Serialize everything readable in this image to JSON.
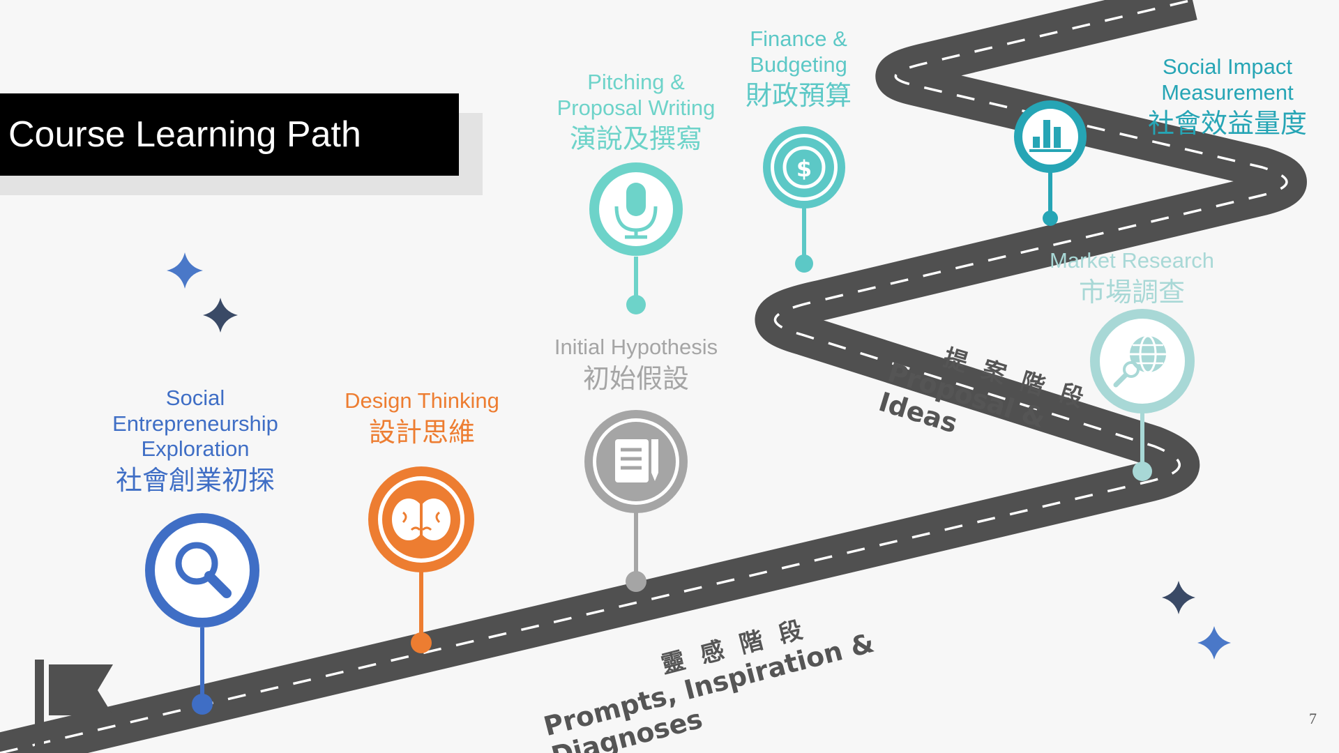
{
  "title": "Course Learning Path",
  "page_number": "7",
  "milestones": [
    {
      "en": "Social\nEntrepreneurship\nExploration",
      "zh": "社會創業初探",
      "color": "#3f6ec5",
      "icon": "magnifier-icon"
    },
    {
      "en": "Design Thinking",
      "zh": "設計思維",
      "color": "#ed7d31",
      "icon": "brain-icon"
    },
    {
      "en": "Initial Hypothesis",
      "zh": "初始假設",
      "color": "#a5a5a5",
      "icon": "document-pen-icon"
    },
    {
      "en": "Pitching &\nProposal Writing",
      "zh": "演說及撰寫",
      "color": "#6dd3c9",
      "icon": "microphone-icon"
    },
    {
      "en": "Finance &\nBudgeting",
      "zh": "財政預算",
      "color": "#5cc8c6",
      "icon": "dollar-coin-icon"
    },
    {
      "en": "Social Impact\nMeasurement",
      "zh": "社會效益量度",
      "color": "#26a5b5",
      "icon": "bar-chart-icon"
    },
    {
      "en": "Market Research",
      "zh": "市場調查",
      "color": "#a8d8d6",
      "icon": "globe-search-icon"
    }
  ],
  "stages": [
    {
      "zh": "靈 感 階 段",
      "en": "Prompts, Inspiration & Diagnoses"
    },
    {
      "zh": "提 案 階 段",
      "en": "Proposal & Ideas"
    }
  ],
  "colors": {
    "road": "#505050",
    "title_bg": "#000000",
    "sparkle_blue": "#4a78c8",
    "sparkle_navy": "#3a4a66",
    "flag": "#505050"
  },
  "decor": [
    "flag-icon",
    "sparkle-icon"
  ]
}
